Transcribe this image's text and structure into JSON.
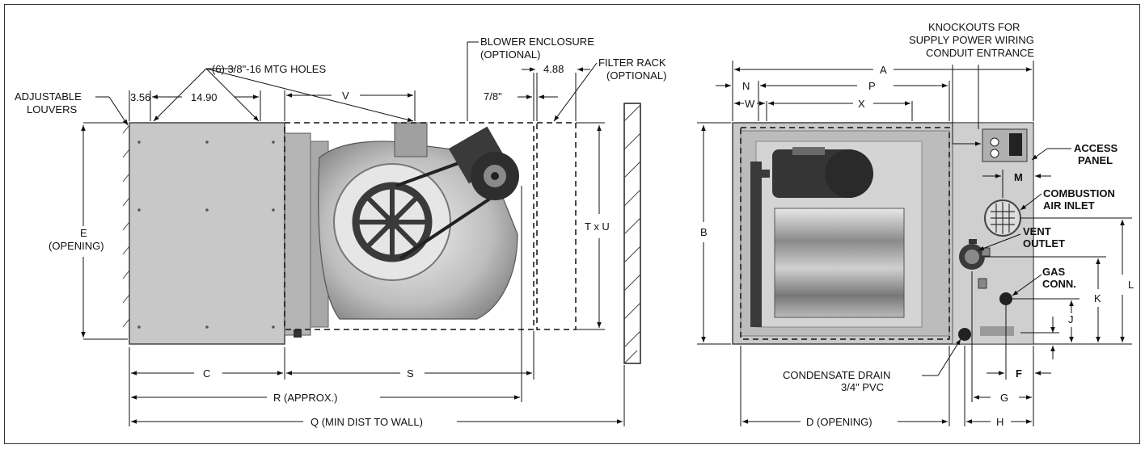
{
  "side_view": {
    "adjustable_louvers": [
      "ADJUSTABLE",
      "LOUVERS"
    ],
    "mtg_holes": "(6) 3/8\"-16 MTG HOLES",
    "dim_3_56": "3.56",
    "dim_14_90": "14.90",
    "dim_V": "V",
    "blower_enclosure": [
      "BLOWER ENCLOSURE",
      "(OPTIONAL)"
    ],
    "dim_4_88": "4.88",
    "filter_rack": [
      "FILTER RACK",
      "(OPTIONAL)"
    ],
    "dim_7_8": "7/8\"",
    "dim_E": [
      "E",
      "(OPENING)"
    ],
    "dim_TxU": "T x U",
    "dim_C": "C",
    "dim_S": "S",
    "dim_R": "R (APPROX.)",
    "dim_Q": "Q (MIN DIST TO WALL)"
  },
  "front_view": {
    "knockouts": [
      "KNOCKOUTS FOR",
      "SUPPLY POWER WIRING",
      "CONDUIT ENTRANCE"
    ],
    "dim_A": "A",
    "dim_N": "N",
    "dim_P": "P",
    "dim_W": "W",
    "dim_X": "X",
    "access_panel": [
      "ACCESS",
      "PANEL"
    ],
    "dim_M": "M",
    "combustion_air": [
      "COMBUSTION",
      "AIR INLET"
    ],
    "vent_outlet": [
      "VENT",
      "OUTLET"
    ],
    "gas_conn": [
      "GAS",
      "CONN."
    ],
    "dim_B": "B",
    "dim_L": "L",
    "dim_K": "K",
    "dim_J": "J",
    "condensate": [
      "CONDENSATE DRAIN",
      "3/4\" PVC"
    ],
    "dim_F": "F",
    "dim_G": "G",
    "dim_D": "D (OPENING)",
    "dim_H": "H"
  },
  "colors": {
    "housing": "#c9c9c9",
    "metal_dark": "#3a3a3a",
    "line": "#111111"
  }
}
